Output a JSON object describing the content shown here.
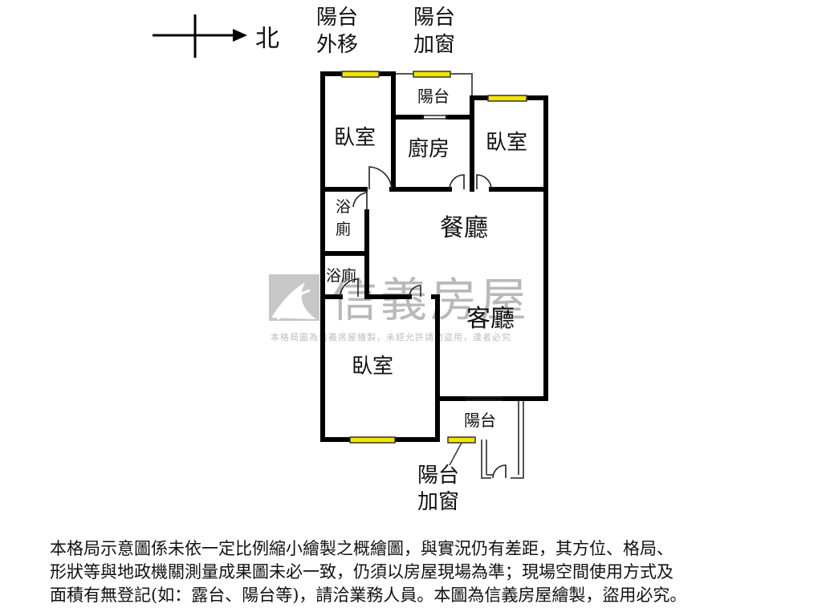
{
  "compass": {
    "label": "北"
  },
  "annotations": {
    "top_left_line1": "陽台",
    "top_left_line2": "外移",
    "top_mid_line1": "陽台",
    "top_mid_line2": "加窗",
    "bottom_line1": "陽台",
    "bottom_line2": "加窗"
  },
  "rooms": {
    "bedroom_top_left": "臥室",
    "balcony_top": "陽台",
    "kitchen": "廚房",
    "bedroom_top_right": "臥室",
    "bath_1_line1": "浴",
    "bath_1_line2": "廁",
    "dining": "餐廳",
    "bath_2": "浴廁",
    "living": "客廳",
    "bedroom_bottom": "臥室",
    "balcony_bottom": "陽台"
  },
  "watermark": {
    "brand": "信義房屋",
    "notice": "本格局圖為信義房屋繪製，未經允許請勿盜用，違者必究"
  },
  "footer": {
    "line1": "本格局示意圖係未依一定比例縮小繪製之概繪圖，與實況仍有差距，其方位、格局、",
    "line2": "形狀等與地政機關測量成果圖未必一致，仍須以房屋現場為準；現場空間使用方式及",
    "line3": "面積有無登記(如：露台、陽台等)，請洽業務人員。本圖為信義房屋繪製，盜用必究。"
  }
}
